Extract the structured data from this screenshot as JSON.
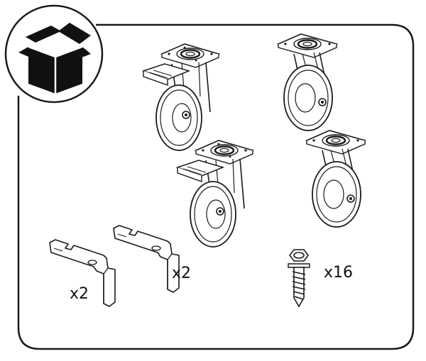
{
  "colors": {
    "stroke": "#1a1a1a",
    "fill": "#ffffff",
    "panel_border": "#1a1a1a"
  },
  "header": {
    "icon": "open-box-icon"
  },
  "parts": [
    {
      "name": "swivel-caster-with-brake",
      "icon": "swivel-caster-brake-icon"
    },
    {
      "name": "swivel-caster",
      "icon": "swivel-caster-icon"
    },
    {
      "name": "swivel-caster-with-brake",
      "icon": "swivel-caster-brake-icon"
    },
    {
      "name": "swivel-caster",
      "icon": "swivel-caster-icon"
    },
    {
      "name": "mounting-bracket-left",
      "icon": "bracket-icon",
      "quantity": "x2"
    },
    {
      "name": "mounting-bracket-right",
      "icon": "bracket-icon",
      "quantity": "x2"
    },
    {
      "name": "hex-screw",
      "icon": "hex-screw-icon",
      "quantity": "x16"
    }
  ]
}
